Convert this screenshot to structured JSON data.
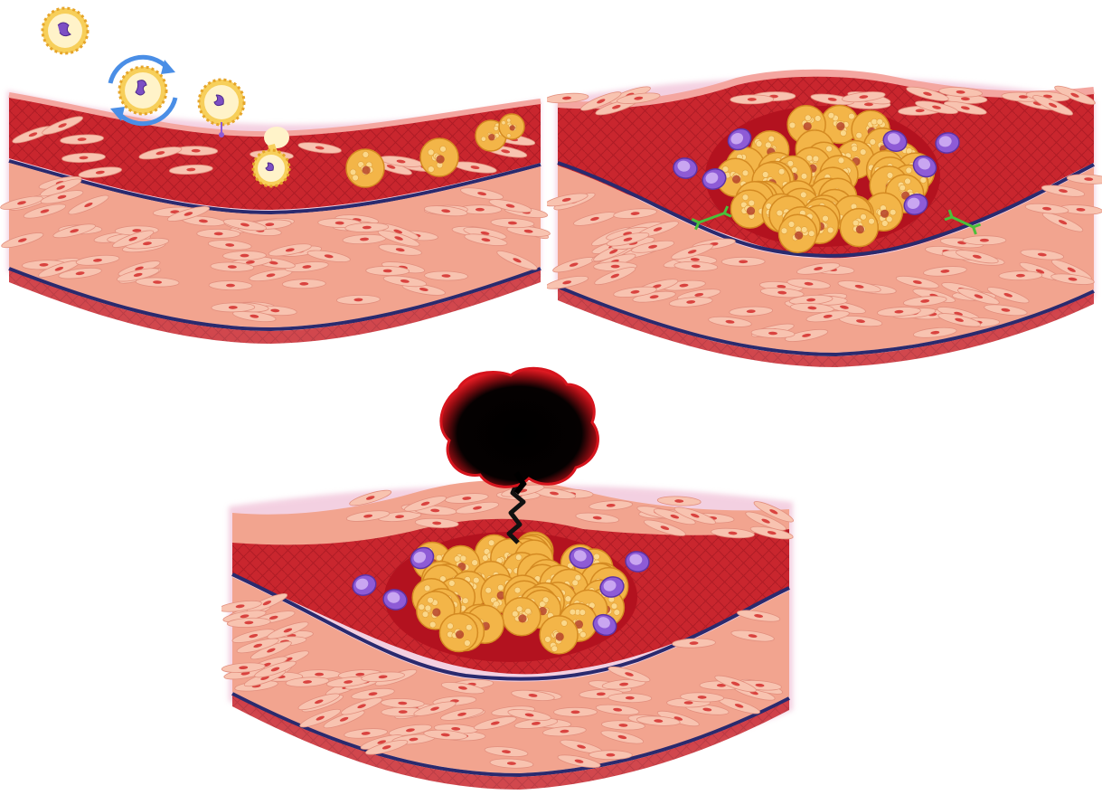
{
  "figure": {
    "panels": [
      {
        "stage": "early",
        "elements": [
          "monocyte",
          "recruiting-monocyte",
          "foam-cell",
          "endothelium",
          "intima",
          "media",
          "internal-elastic-lamina",
          "external-elastic-lamina"
        ]
      },
      {
        "stage": "plaque",
        "elements": [
          "foam-cell-cluster",
          "lymphocyte",
          "smooth-muscle-migration"
        ]
      },
      {
        "stage": "rupture",
        "elements": [
          "thrombus",
          "fissure",
          "foam-cell-cluster",
          "lymphocyte"
        ]
      }
    ]
  },
  "colors": {
    "intima": "#c9262e",
    "intima_dark": "#9e1420",
    "media": "#f2a48f",
    "media_light": "#f8c3b0",
    "media_nucleus": "#d9433f",
    "lamina": "#2a2a6e",
    "foam": "#f3b548",
    "foam_light": "#fbd88a",
    "foam_nucleus": "#b6442a",
    "lymphocyte": "#8e5bd6",
    "lymphocyte_light": "#c9a6f1",
    "monocyte": "#f7cf5a",
    "recycle_arrow": "#4a8ee6",
    "thrombus": "#000000",
    "thrombus_edge": "#d7141d",
    "migration_arrow": "#4bbf3a"
  }
}
